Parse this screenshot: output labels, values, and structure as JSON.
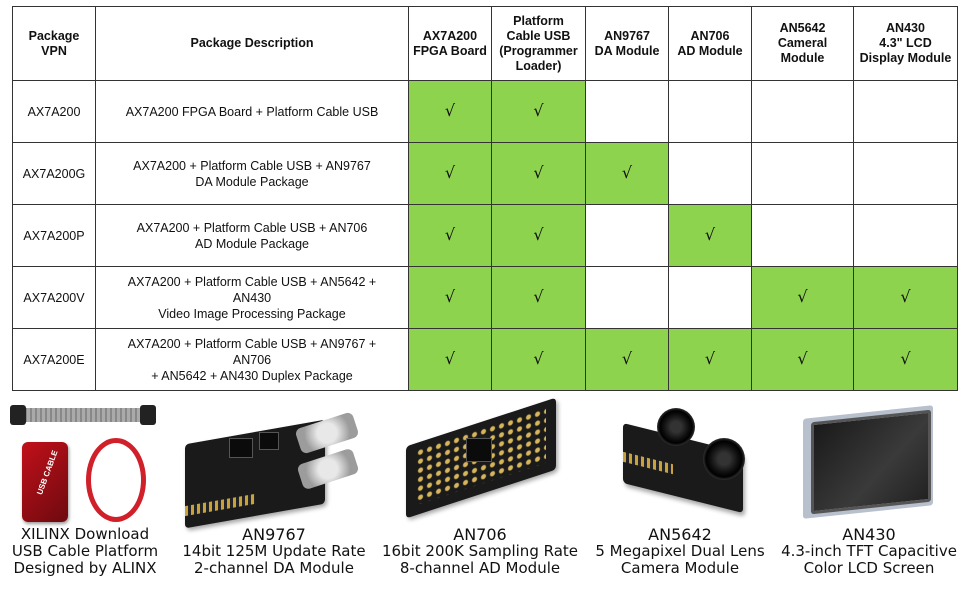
{
  "table": {
    "headers": [
      "Package\nVPN",
      "Package Description",
      "AX7A200\nFPGA Board",
      "Platform\nCable USB\n(Programmer\nLoader)",
      "AN9767\nDA Module",
      "AN706\nAD Module",
      "AN5642\nCameral\nModule",
      "AN430\n4.3\" LCD\nDisplay Module"
    ],
    "check_mark": "√",
    "rows": [
      {
        "vpn": "AX7A200",
        "desc": "AX7A200 FPGA Board + Platform Cable USB",
        "checks": [
          true,
          true,
          false,
          false,
          false,
          false
        ]
      },
      {
        "vpn": "AX7A200G",
        "desc": "AX7A200 + Platform Cable USB + AN9767\nDA Module Package",
        "checks": [
          true,
          true,
          true,
          false,
          false,
          false
        ]
      },
      {
        "vpn": "AX7A200P",
        "desc": "AX7A200 + Platform Cable USB + AN706\nAD Module Package",
        "checks": [
          true,
          true,
          false,
          true,
          false,
          false
        ]
      },
      {
        "vpn": "AX7A200V",
        "desc": "AX7A200 + Platform Cable USB + AN5642 +\nAN430\nVideo Image Processing Package",
        "checks": [
          true,
          true,
          false,
          false,
          true,
          true
        ]
      },
      {
        "vpn": "AX7A200E",
        "desc": "AX7A200 + Platform Cable USB + AN9767 +\nAN706\n+ AN5642 + AN430 Duplex Package",
        "checks": [
          true,
          true,
          true,
          true,
          true,
          true
        ]
      }
    ],
    "colors": {
      "checked": "#8dd34d",
      "unchecked": "#ffffff",
      "border": "#333333"
    }
  },
  "products": [
    {
      "id": "cable",
      "caption": "XILINX  Download\nUSB Cable Platform\nDesigned by ALINX",
      "label": "USB CABLE"
    },
    {
      "id": "an9767",
      "title": "AN9767",
      "caption": "14bit 125M Update Rate\n2-channel DA Module"
    },
    {
      "id": "an706",
      "title": "AN706",
      "caption": "16bit 200K Sampling Rate\n8-channel AD Module"
    },
    {
      "id": "an5642",
      "title": "AN5642",
      "caption": "5 Megapixel Dual Lens\nCamera Module"
    },
    {
      "id": "an430",
      "title": "AN430",
      "caption": "4.3-inch TFT Capacitive\nColor LCD Screen"
    }
  ]
}
